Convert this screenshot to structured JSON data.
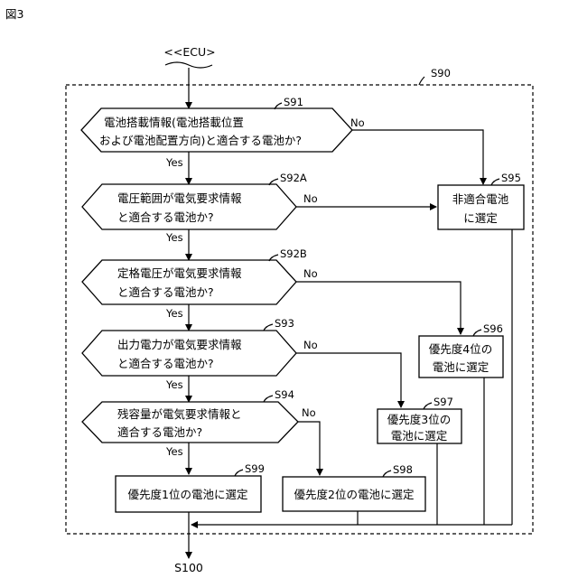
{
  "figure_label": "図3",
  "entry_label": "<<ECU>",
  "group_label": "S90",
  "exit_label": "S100",
  "yes": "Yes",
  "no": "No",
  "decisions": [
    {
      "step": "S91",
      "line1": "電池搭載情報(電池搭載位置",
      "line2": "および電池配置方向)と適合する電池か?"
    },
    {
      "step": "S92A",
      "line1": "電圧範囲が電気要求情報",
      "line2": "と適合する電池か?"
    },
    {
      "step": "S92B",
      "line1": "定格電圧が電気要求情報",
      "line2": "と適合する電池か?"
    },
    {
      "step": "S93",
      "line1": "出力電力が電気要求情報",
      "line2": "と適合する電池か?"
    },
    {
      "step": "S94",
      "line1": "残容量が電気要求情報と",
      "line2": "適合する電池か?"
    }
  ],
  "processes": [
    {
      "step": "S95",
      "line1": "非適合電池",
      "line2": "に選定"
    },
    {
      "step": "S96",
      "line1": "優先度4位の",
      "line2": "電池に選定"
    },
    {
      "step": "S97",
      "line1": "優先度3位の",
      "line2": "電池に選定"
    },
    {
      "step": "S98",
      "line1": "優先度2位の電池に選定"
    },
    {
      "step": "S99",
      "line1": "優先度1位の電池に選定"
    }
  ]
}
